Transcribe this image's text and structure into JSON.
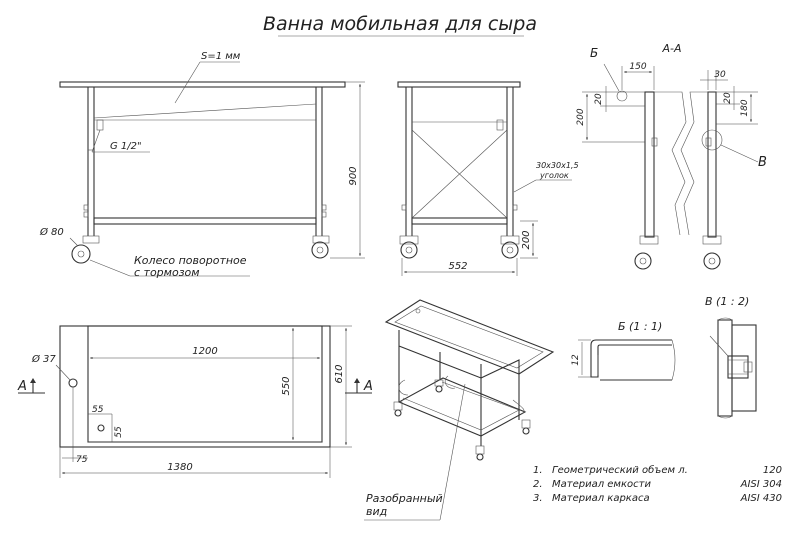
{
  "title": "Ванна мобильная для сыра",
  "front": {
    "sheet_thickness": "S=1 мм",
    "thread": "G 1/2\"",
    "height": "900",
    "wheel_diameter": "Ø 80",
    "wheel_note_1": "Колесо поворотное",
    "wheel_note_2": "с тормозом"
  },
  "side": {
    "width": "552",
    "lower_height": "200",
    "angle_size": "30x30x1,5",
    "angle_label": "уголок"
  },
  "section_aa": {
    "label": "А-А",
    "callout_b": "Б",
    "callout_v": "В",
    "dim_150": "150",
    "dim_20_left": "20",
    "dim_200": "200",
    "dim_30": "30",
    "dim_20_right": "20",
    "dim_180": "180"
  },
  "plan": {
    "hole": "Ø 37",
    "width": "1200",
    "depth": "550",
    "overall_depth": "610",
    "overall_length": "1380",
    "offset_55_h": "55",
    "offset_55_v": "55",
    "offset_75": "75",
    "section_mark_left": "А",
    "section_mark_right": "А"
  },
  "iso": {
    "caption_1": "Разобранный",
    "caption_2": "вид"
  },
  "detail_b": {
    "label": "Б (1 : 1)",
    "dim": "12"
  },
  "detail_v": {
    "label": "В (1 : 2)"
  },
  "notes": [
    {
      "num": "1.",
      "text": "Геометрический объем  л.",
      "value": "120"
    },
    {
      "num": "2.",
      "text": "Материал емкости",
      "value": "AISI 304"
    },
    {
      "num": "3.",
      "text": "Материал каркаса",
      "value": "AISI 430"
    }
  ]
}
